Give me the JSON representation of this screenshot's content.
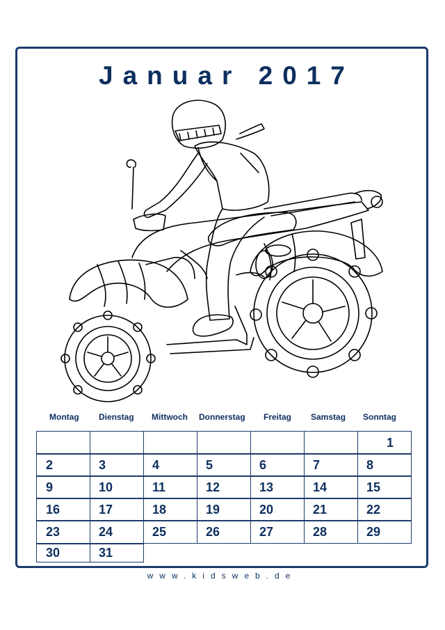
{
  "calendar": {
    "title": "Januar 2017",
    "weekdays": [
      "Montag",
      "Dienstag",
      "Mittwoch",
      "Donnerstag",
      "Freitag",
      "Samstag",
      "Sonntag"
    ],
    "weeks": [
      [
        "",
        "",
        "",
        "",
        "",
        "",
        "1"
      ],
      [
        "2",
        "3",
        "4",
        "5",
        "6",
        "7",
        "8"
      ],
      [
        "9",
        "10",
        "11",
        "12",
        "13",
        "14",
        "15"
      ],
      [
        "16",
        "17",
        "18",
        "19",
        "20",
        "21",
        "22"
      ],
      [
        "23",
        "24",
        "25",
        "26",
        "27",
        "28",
        "29"
      ],
      [
        "30",
        "31",
        "",
        "",
        "",
        "",
        ""
      ]
    ]
  },
  "illustration": {
    "subject": "quad-bike-rider-coloring-image"
  },
  "footer": {
    "website": "www.kidsweb.de"
  },
  "colors": {
    "text": "#0d2f5e",
    "border": "#1c3a6b",
    "line_art": "#000000"
  }
}
